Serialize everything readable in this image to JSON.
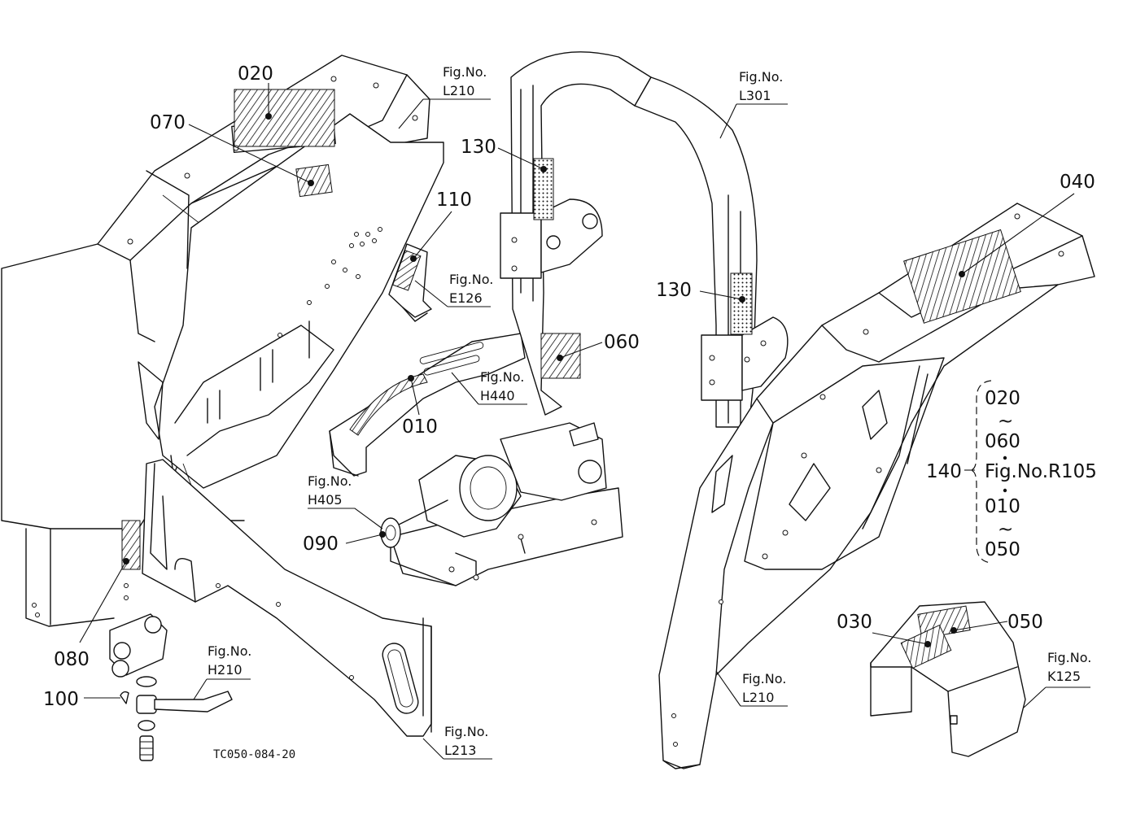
{
  "callouts": {
    "c020_top": "020",
    "c070": "070",
    "c130_left": "130",
    "c110": "110",
    "c060": "060",
    "c010": "010",
    "c090": "090",
    "c080": "080",
    "c100": "100",
    "c130_right": "130",
    "c040": "040",
    "c030": "030",
    "c050": "050",
    "c140": "140"
  },
  "fig_refs": {
    "prefix": "Fig.No.",
    "l210_top": "L210",
    "l301": "L301",
    "e126": "E126",
    "h440": "H440",
    "h405": "H405",
    "h210": "H210",
    "l213": "L213",
    "l210_bottom": "L210",
    "k125": "K125"
  },
  "legend_140": {
    "line1": "020",
    "tilde1": "~",
    "line2": "060",
    "middle": "Fig.No.R105",
    "line3": "010",
    "tilde2": "~",
    "line4": "050"
  },
  "drawing_code": "TC050-084-20",
  "colors": {
    "ink": "#111111",
    "paper": "#ffffff"
  }
}
